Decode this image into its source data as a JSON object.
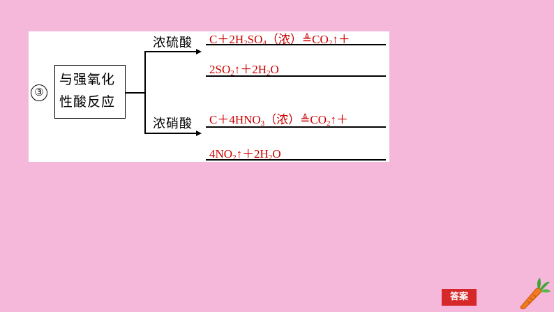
{
  "marker": "③",
  "box": {
    "line1": "与强氧化",
    "line2": "性酸反应"
  },
  "sulfuric": {
    "label": "浓硫酸",
    "line1": {
      "p1": "C＋2H",
      "s1": "2",
      "p2": "SO",
      "s2": "4",
      "p3": "（浓）≜CO",
      "s3": "2",
      "p4": "↑＋"
    },
    "line2": {
      "p1": "2SO",
      "s1": "2",
      "p2": "↑＋2H",
      "s2": "2",
      "p3": "O"
    }
  },
  "nitric": {
    "label": "浓硝酸",
    "line1": {
      "p1": "C＋4HNO",
      "s1": "3",
      "p2": "（浓）≜CO",
      "s2": "2",
      "p3": "↑＋"
    },
    "line2": {
      "p1": "4NO",
      "s1": "2",
      "p2": "↑＋2H",
      "s2": "2",
      "p3": "O"
    }
  },
  "answer_button": "答案",
  "colors": {
    "background": "#F5B8DB",
    "equation": "#CC0000",
    "button": "#D62828"
  },
  "icons": {
    "corner": "carrot-icon"
  }
}
